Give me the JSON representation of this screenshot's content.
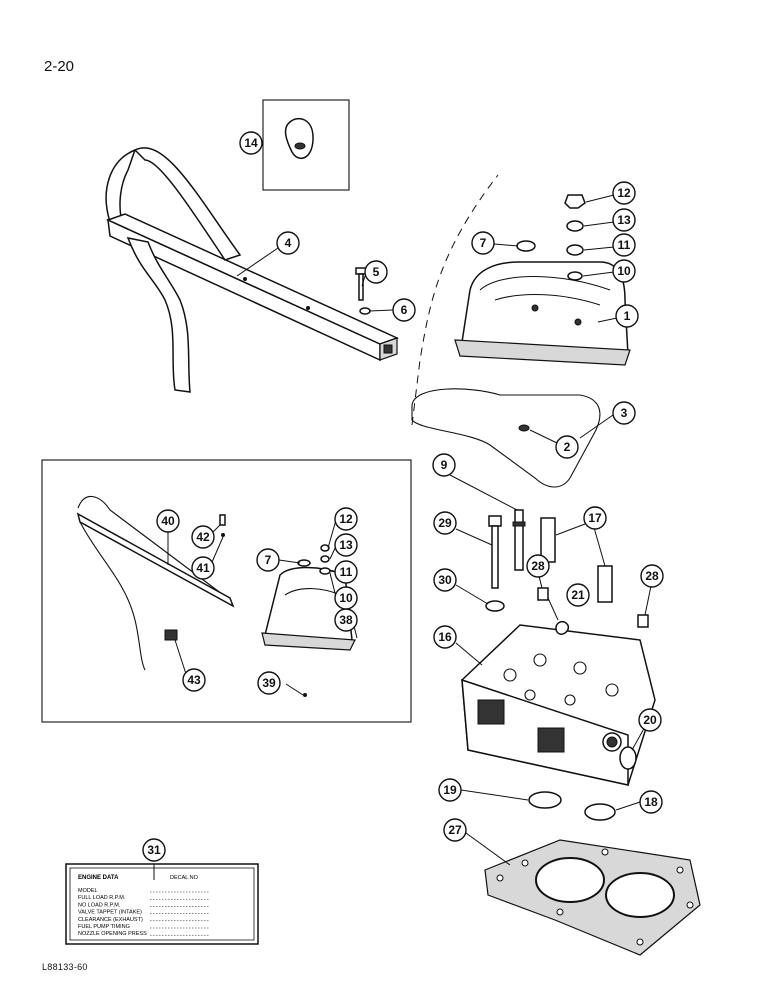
{
  "page": {
    "number": "2-20",
    "figure_code": "L88133-60"
  },
  "callouts": [
    "1",
    "2",
    "3",
    "4",
    "5",
    "6",
    "7",
    "9",
    "10",
    "11",
    "12",
    "13",
    "14",
    "16",
    "17",
    "18",
    "19",
    "20",
    "21",
    "27",
    "28",
    "29",
    "30",
    "31",
    "38",
    "39",
    "40",
    "41",
    "42",
    "43"
  ],
  "inset_callouts": [
    "7",
    "10",
    "11",
    "12",
    "13"
  ],
  "decal": {
    "title": "ENGINE DATA",
    "decal_no": "DECAL NO",
    "lines": [
      "MODEL",
      "FULL LOAD R.P.M.",
      "NO LOAD R.P.M.",
      "VALVE TAPPET (INTAKE)",
      "CLEARANCE (EXHAUST)",
      "FUEL PUMP TIMING",
      "NOZZLE OPENING PRESS"
    ]
  }
}
